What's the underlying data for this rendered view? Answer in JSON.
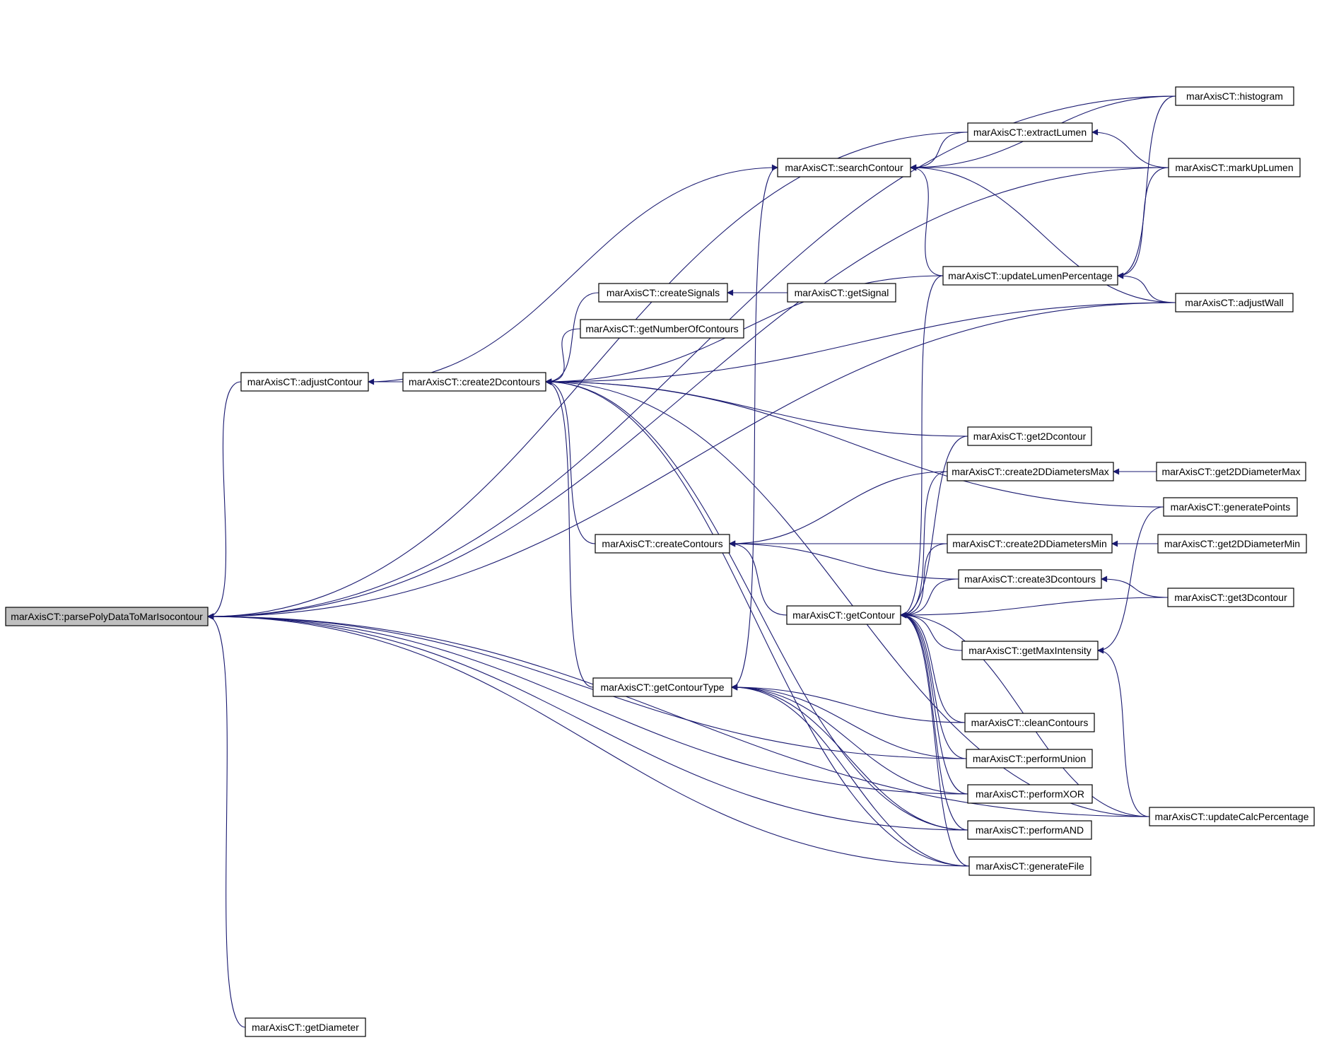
{
  "colors": {
    "edge": "#191970",
    "box_border": "#000000",
    "root_fill": "#bfbfbf",
    "box_fill": "#ffffff"
  },
  "nodes": {
    "parse": "marAxisCT::parsePolyDataToMarIsocontour",
    "adjustContour": "marAxisCT::adjustContour",
    "create2Dcontours": "marAxisCT::create2Dcontours",
    "getDiameter": "marAxisCT::getDiameter",
    "createSignals": "marAxisCT::createSignals",
    "getNumberOfContours": "marAxisCT::getNumberOfContours",
    "createContours": "marAxisCT::createContours",
    "getContourType": "marAxisCT::getContourType",
    "getSignal": "marAxisCT::getSignal",
    "searchContour": "marAxisCT::searchContour",
    "getContour": "marAxisCT::getContour",
    "extractLumen": "marAxisCT::extractLumen",
    "updateLumenPercentage": "marAxisCT::updateLumenPercentage",
    "get2Dcontour": "marAxisCT::get2Dcontour",
    "create2DDiametersMax": "marAxisCT::create2DDiametersMax",
    "create2DDiametersMin": "marAxisCT::create2DDiametersMin",
    "create3Dcontours": "marAxisCT::create3Dcontours",
    "getMaxIntensity": "marAxisCT::getMaxIntensity",
    "cleanContours": "marAxisCT::cleanContours",
    "performUnion": "marAxisCT::performUnion",
    "performXOR": "marAxisCT::performXOR",
    "performAND": "marAxisCT::performAND",
    "generateFile": "marAxisCT::generateFile",
    "histogram": "marAxisCT::histogram",
    "markUpLumen": "marAxisCT::markUpLumen",
    "adjustWall": "marAxisCT::adjustWall",
    "get2DDiameterMax": "marAxisCT::get2DDiameterMax",
    "generatePoints": "marAxisCT::generatePoints",
    "get2DDiameterMin": "marAxisCT::get2DDiameterMin",
    "get3Dcontour": "marAxisCT::get3Dcontour",
    "updateCalcPercentage": "marAxisCT::updateCalcPercentage"
  },
  "edges": [
    [
      "adjustContour",
      "parse"
    ],
    [
      "create2Dcontours",
      "adjustContour"
    ],
    [
      "getDiameter",
      "parse"
    ],
    [
      "histogram",
      "parse"
    ],
    [
      "extractLumen",
      "parse"
    ],
    [
      "markUpLumen",
      "parse"
    ],
    [
      "adjustWall",
      "parse"
    ],
    [
      "performUnion",
      "parse"
    ],
    [
      "performXOR",
      "parse"
    ],
    [
      "performAND",
      "parse"
    ],
    [
      "generateFile",
      "parse"
    ],
    [
      "updateCalcPercentage",
      "parse"
    ],
    [
      "createSignals",
      "create2Dcontours"
    ],
    [
      "getNumberOfContours",
      "create2Dcontours"
    ],
    [
      "createContours",
      "create2Dcontours"
    ],
    [
      "getContourType",
      "create2Dcontours"
    ],
    [
      "updateLumenPercentage",
      "create2Dcontours"
    ],
    [
      "adjustWall",
      "create2Dcontours"
    ],
    [
      "get2Dcontour",
      "create2Dcontours"
    ],
    [
      "generatePoints",
      "create2Dcontours"
    ],
    [
      "performAND",
      "create2Dcontours"
    ],
    [
      "generateFile",
      "create2Dcontours"
    ],
    [
      "updateCalcPercentage",
      "create2Dcontours"
    ],
    [
      "getSignal",
      "createSignals"
    ],
    [
      "adjustContour",
      "searchContour"
    ],
    [
      "extractLumen",
      "searchContour"
    ],
    [
      "markUpLumen",
      "searchContour"
    ],
    [
      "updateLumenPercentage",
      "searchContour"
    ],
    [
      "adjustWall",
      "searchContour"
    ],
    [
      "histogram",
      "searchContour"
    ],
    [
      "searchContour",
      "getContourType"
    ],
    [
      "create2DDiametersMax",
      "createContours"
    ],
    [
      "create2DDiametersMin",
      "createContours"
    ],
    [
      "create3Dcontours",
      "createContours"
    ],
    [
      "getContour",
      "createContours"
    ],
    [
      "create2DDiametersMin",
      "getContour"
    ],
    [
      "create3Dcontours",
      "getContour"
    ],
    [
      "get3Dcontour",
      "getContour"
    ],
    [
      "getMaxIntensity",
      "getContour"
    ],
    [
      "cleanContours",
      "getContour"
    ],
    [
      "performUnion",
      "getContour"
    ],
    [
      "performXOR",
      "getContour"
    ],
    [
      "performAND",
      "getContour"
    ],
    [
      "generateFile",
      "getContour"
    ],
    [
      "updateCalcPercentage",
      "getContour"
    ],
    [
      "get2Dcontour",
      "getContour"
    ],
    [
      "create2DDiametersMax",
      "getContour"
    ],
    [
      "updateLumenPercentage",
      "getContour"
    ],
    [
      "cleanContours",
      "getContourType"
    ],
    [
      "performUnion",
      "getContourType"
    ],
    [
      "performXOR",
      "getContourType"
    ],
    [
      "performAND",
      "getContourType"
    ],
    [
      "generateFile",
      "getContourType"
    ],
    [
      "markUpLumen",
      "extractLumen"
    ],
    [
      "histogram",
      "updateLumenPercentage"
    ],
    [
      "markUpLumen",
      "updateLumenPercentage"
    ],
    [
      "adjustWall",
      "updateLumenPercentage"
    ],
    [
      "get2DDiameterMax",
      "create2DDiametersMax"
    ],
    [
      "get2DDiameterMin",
      "create2DDiametersMin"
    ],
    [
      "get3Dcontour",
      "create3Dcontours"
    ],
    [
      "generatePoints",
      "getMaxIntensity"
    ],
    [
      "updateCalcPercentage",
      "getMaxIntensity"
    ]
  ]
}
